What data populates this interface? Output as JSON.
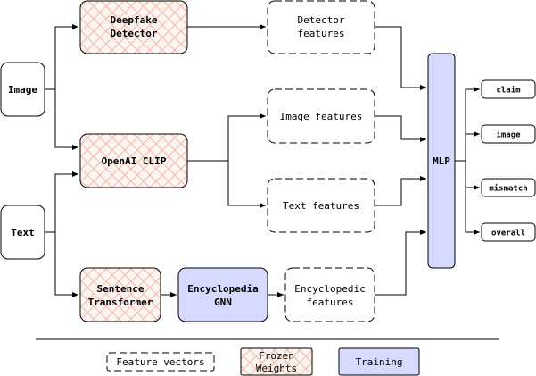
{
  "nodes": {
    "image": "Image",
    "text": "Text",
    "deepfake_detector": [
      "Deepfake",
      "Detector"
    ],
    "openai_clip": "OpenAI CLIP",
    "sentence_transformer": [
      "Sentence",
      "Transformer"
    ],
    "encyclopedia_gnn": [
      "Encyclopedia",
      "GNN"
    ],
    "detector_features": [
      "Detector",
      "features"
    ],
    "image_features": "Image features",
    "text_features": "Text features",
    "encyclopedic_features": [
      "Encyclopedic",
      "features"
    ],
    "mlp": "MLP"
  },
  "outputs": [
    "claim",
    "image",
    "mismatch",
    "overall"
  ],
  "legend": {
    "feature_vectors": "Feature vectors",
    "frozen_weights": [
      "Frozen",
      "Weights"
    ],
    "training": "Training"
  },
  "colors": {
    "frozen_hatch": "#f4b8a4",
    "frozen_fill": "#fdf3ef",
    "training_fill": "#d8dcff",
    "training_stroke": "#6b6fc8"
  }
}
